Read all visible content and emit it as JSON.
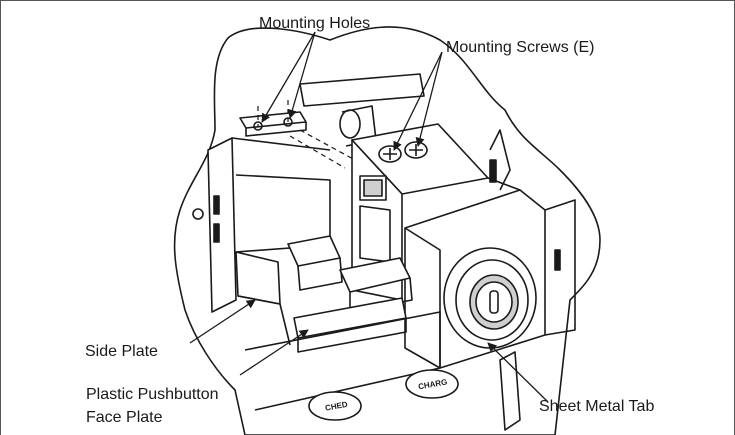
{
  "figure": {
    "labels": {
      "mounting_holes": "Mounting Holes",
      "mounting_screws": "Mounting Screws (E)",
      "side_plate": "Side Plate",
      "plastic_pushbutton_line1": "Plastic Pushbutton",
      "plastic_pushbutton_line2": "Face Plate",
      "sheet_metal_tab": "Sheet Metal Tab"
    },
    "part_text": {
      "button_left": "CHED",
      "button_right": "CHARG"
    },
    "colors": {
      "line": "#1a1a1a",
      "fill": "#ffffff",
      "shade": "#cfcfcf",
      "dark": "#6e6e6e"
    }
  }
}
